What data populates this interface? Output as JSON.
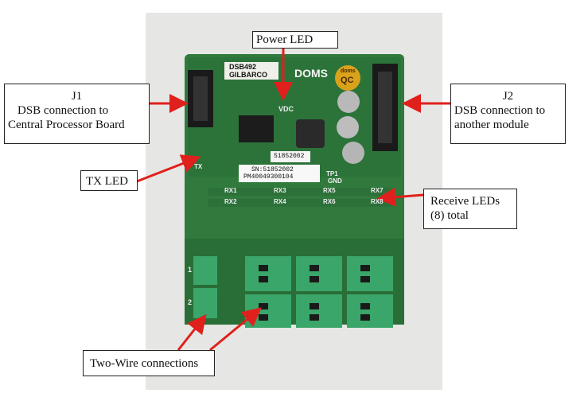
{
  "callouts": {
    "power_led": "Power LED",
    "j1": {
      "title": "J1",
      "line1": "DSB connection to",
      "line2": "Central Processor Board"
    },
    "j2": {
      "title": "J2",
      "line1": "DSB connection to",
      "line2": "another module"
    },
    "tx_led": "TX LED",
    "receive_leds": {
      "line1": "Receive LEDs",
      "line2": "(8) total"
    },
    "two_wire": "Two-Wire connections"
  },
  "board": {
    "model": "DSB492",
    "brand": "GILBARCO",
    "logo": "DOMS",
    "qc_top": "doms",
    "qc_main": "QC",
    "vdc": "VDC",
    "tx": "TX",
    "tp1": "TP1",
    "gnd": "GND",
    "serial_top": "51852002",
    "sn": "SN:51852002",
    "pm": "PM40049300104",
    "rx_labels": [
      "RX1",
      "RX2",
      "RX3",
      "RX4",
      "RX5",
      "RX6",
      "RX7",
      "RX8"
    ],
    "term_numbers": [
      "1",
      "2"
    ]
  },
  "colors": {
    "pcb": "#2f7a3c",
    "arrow": "#e0201c",
    "connector": "#3aa66a"
  }
}
